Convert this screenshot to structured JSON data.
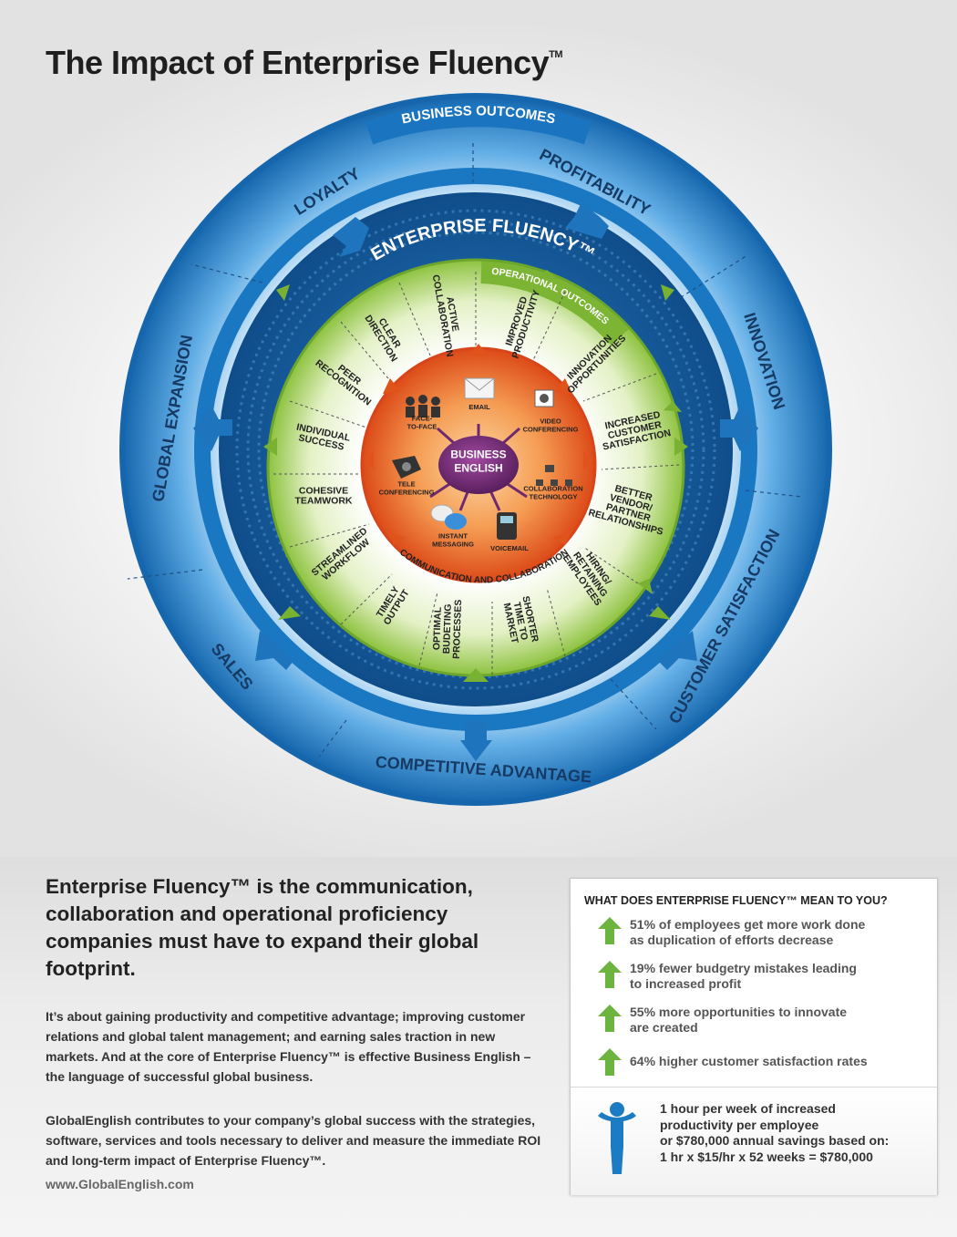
{
  "title": "The Impact of Enterprise Fluency",
  "title_tm": "TM",
  "rings": {
    "outer_label": "BUSINESS OUTCOMES",
    "middle_label": "ENTERPRISE FLUENCY™",
    "operational_label": "OPERATIONAL OUTCOMES",
    "communication_label": "COMMUNICATION AND COLLABORATION",
    "core_label": [
      "BUSINESS",
      "ENGLISH"
    ]
  },
  "business_outcomes": [
    "LOYALTY",
    "PROFITABILITY",
    "INNOVATION",
    "CUSTOMER SATISFACTION",
    "COMPETITIVE ADVANTAGE",
    "SALES",
    "GLOBAL EXPANSION"
  ],
  "operational_outcomes": [
    [
      "ACTIVE",
      "COLLABORATION"
    ],
    [
      "IMPROVED",
      "PRODUCTIVITY"
    ],
    [
      "INNOVATION",
      "OPPORTUNITIES"
    ],
    [
      "INCREASED",
      "CUSTOMER",
      "SATISFACTION"
    ],
    [
      "BETTER",
      "VENDOR/",
      "PARTNER",
      "RELATIONSHIPS"
    ],
    [
      "HIRING/",
      "RETAINING",
      "EMPLOYEES"
    ],
    [
      "SHORTER",
      "TIME TO",
      "MARKET"
    ],
    [
      "OPTIMAL",
      "BUDETING",
      "PROCESSES"
    ],
    [
      "TIMELY",
      "OUTPUT"
    ],
    [
      "STREAMLINED",
      "WORKFLOW"
    ],
    [
      "COHESIVE",
      "TEAMWORK"
    ],
    [
      "INDIVIDUAL",
      "SUCCESS"
    ],
    [
      "PEER",
      "RECOGNITION"
    ],
    [
      "CLEAR",
      "DIRECTION"
    ]
  ],
  "channels": [
    {
      "label": [
        "EMAIL"
      ],
      "icon": "envelope-icon"
    },
    {
      "label": [
        "VIDEO",
        "CONFERENCING"
      ],
      "icon": "webcam-icon"
    },
    {
      "label": [
        "COLLABORATION",
        "TECHNOLOGY"
      ],
      "icon": "network-icon"
    },
    {
      "label": [
        "VOICEMAIL"
      ],
      "icon": "phone-icon"
    },
    {
      "label": [
        "INSTANT",
        "MESSAGING"
      ],
      "icon": "chat-bubbles-icon"
    },
    {
      "label": [
        "TELE",
        "CONFERENCING"
      ],
      "icon": "conference-phone-icon"
    },
    {
      "label": [
        "FACE-",
        "TO-FACE"
      ],
      "icon": "people-icon"
    }
  ],
  "headline": "Enterprise Fluency™ is the communication, collaboration and operational proficiency companies must have to expand their global footprint.",
  "paragraph1": "It’s about gaining productivity and competitive advantage; improving customer relations and global talent management; and earning sales traction in new markets. And at the core of Enterprise Fluency™ is effective Business English – the language of successful global business.",
  "paragraph2": "GlobalEnglish contributes to your company’s global success with the strategies, software, services and tools necessary to deliver and measure the immediate ROI and long-term impact of Enterprise Fluency™.",
  "url": "www.GlobalEnglish.com",
  "stats_box": {
    "title": "WHAT DOES ENTERPRISE FLUENCY™ MEAN TO YOU?",
    "items": [
      {
        "line1": "51% of employees get more work done",
        "line2": "as duplication of efforts decrease"
      },
      {
        "line1": "19% fewer budgetry mistakes leading",
        "line2": "to increased profit"
      },
      {
        "line1": "55% more opportunities to innovate",
        "line2": "are created"
      },
      {
        "line1": "64% higher customer satisfaction rates",
        "line2": ""
      }
    ],
    "roi": [
      "1 hour per week of increased",
      "productivity per employee",
      "or $780,000 annual savings based on:",
      "1 hr x $15/hr x 52 weeks = $780,000"
    ]
  },
  "colors": {
    "blue": "#1b7cc4",
    "dark_blue": "#11508f",
    "green": "#7cb534",
    "orange": "#e0541c",
    "purple": "#6e2a6e"
  }
}
